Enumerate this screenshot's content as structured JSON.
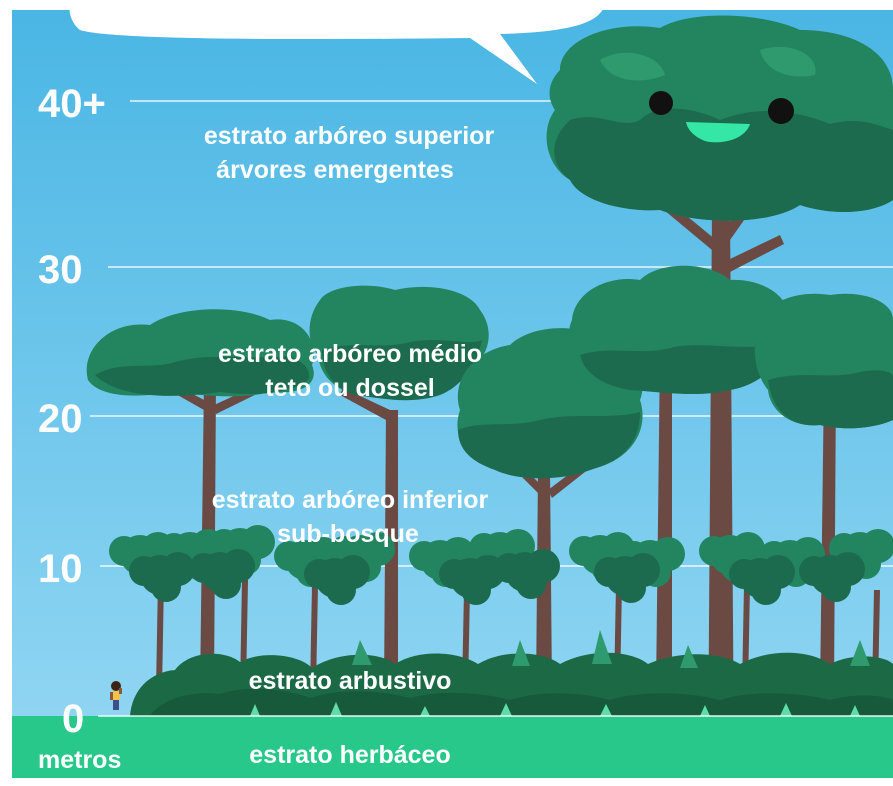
{
  "colors": {
    "sky_top": "#4ab6e4",
    "sky_bottom": "#8fd5f2",
    "ground": "#27c88a",
    "canopy_dark": "#1d6b4f",
    "canopy": "#23855f",
    "canopy_light": "#2e9a6d",
    "trunk": "#6b4a43",
    "bush": "#1c6a45",
    "smile": "#35e7a6"
  },
  "scale": {
    "unit": "metros",
    "marks": [
      {
        "label": "40+",
        "value": 40
      },
      {
        "label": "30",
        "value": 30
      },
      {
        "label": "20",
        "value": 20
      },
      {
        "label": "10",
        "value": 10
      },
      {
        "label": "0",
        "value": 0
      }
    ]
  },
  "strata": {
    "superior": {
      "line1": "estrato arbóreo superior",
      "line2": "árvores emergentes"
    },
    "medio": {
      "line1": "estrato arbóreo médio",
      "line2": "teto ou dossel"
    },
    "inferior": {
      "line1": "estrato arbóreo inferior",
      "line2": "sub-bosque"
    },
    "arbustivo": {
      "line1": "estrato arbustivo"
    },
    "herbaceo": {
      "line1": "estrato herbáceo"
    }
  },
  "icons": {
    "character": "smiling-tree-face-icon",
    "person": "person-icon",
    "speech": "speech-bubble-icon"
  }
}
